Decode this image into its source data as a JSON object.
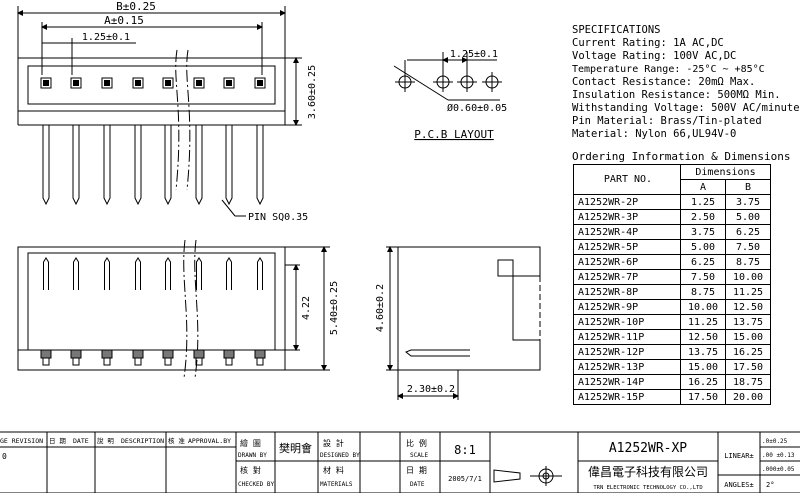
{
  "top_view": {
    "dim_b": "B±0.25",
    "dim_a": "A±0.15",
    "dim_pitch": "1.25±0.1",
    "dim_height": "3.60±0.25",
    "pin_label": "PIN SQ0.35"
  },
  "front_view": {
    "dim_inner_height": "4.22",
    "dim_total_height": "5.40±0.25"
  },
  "side_view": {
    "dim_height": "4.60±0.2",
    "dim_width": "2.30±0.2"
  },
  "pcb_layout": {
    "title": "P.C.B LAYOUT",
    "dim_pitch": "1.25±0.1",
    "dim_hole": "Ø0.60±0.05"
  },
  "specifications": {
    "title": "SPECIFICATIONS",
    "lines": [
      "Current Rating: 1A AC,DC",
      "Voltage Rating: 100V AC,DC",
      "Temperature Range: -25°C ~ +85°C",
      "Contact Resistance: 20mΩ Max.",
      "Insulation Resistance: 500MΩ Min.",
      "Withstanding Voltage: 500V AC/minute",
      "Pin Material: Brass/Tin-plated",
      "Material: Nylon 66,UL94V-0"
    ]
  },
  "ordering": {
    "title": "Ordering Information & Dimensions",
    "header_part": "PART NO.",
    "header_dimensions": "Dimensions",
    "header_a": "A",
    "header_b": "B",
    "rows": [
      {
        "part": "A1252WR-2P",
        "a": "1.25",
        "b": "3.75"
      },
      {
        "part": "A1252WR-3P",
        "a": "2.50",
        "b": "5.00"
      },
      {
        "part": "A1252WR-4P",
        "a": "3.75",
        "b": "6.25"
      },
      {
        "part": "A1252WR-5P",
        "a": "5.00",
        "b": "7.50"
      },
      {
        "part": "A1252WR-6P",
        "a": "6.25",
        "b": "8.75"
      },
      {
        "part": "A1252WR-7P",
        "a": "7.50",
        "b": "10.00"
      },
      {
        "part": "A1252WR-8P",
        "a": "8.75",
        "b": "11.25"
      },
      {
        "part": "A1252WR-9P",
        "a": "10.00",
        "b": "12.50"
      },
      {
        "part": "A1252WR-10P",
        "a": "11.25",
        "b": "13.75"
      },
      {
        "part": "A1252WR-11P",
        "a": "12.50",
        "b": "15.00"
      },
      {
        "part": "A1252WR-12P",
        "a": "13.75",
        "b": "16.25"
      },
      {
        "part": "A1252WR-13P",
        "a": "15.00",
        "b": "17.50"
      },
      {
        "part": "A1252WR-14P",
        "a": "16.25",
        "b": "18.75"
      },
      {
        "part": "A1252WR-15P",
        "a": "17.50",
        "b": "20.00"
      }
    ]
  },
  "title_block": {
    "rev_header": "GE REVISION",
    "date_cn": "日 期",
    "date_header": "DATE",
    "desc_cn": "說 明",
    "desc_header": "DESCRIPTION",
    "approval_cn": "核 准",
    "approval_header": "APPROVAL.BY",
    "rev_value": "0",
    "drawn_cn": "繪 圖",
    "drawn_label": "DRAWN BY",
    "drawn_value": "樊明會",
    "designed_cn": "設 計",
    "designed_label": "DESIGNED BY",
    "checked_cn": "核 對",
    "checked_label": "CHECKED BY",
    "materials_cn": "材 料",
    "materials_label": "MATERIALS",
    "scale_cn": "比 例",
    "scale_label": "SCALE",
    "scale_value": "8:1",
    "date2_cn": "日 期",
    "date2_label": "DATE",
    "date_value": "2005/7/1",
    "part_number": "A1252WR-XP",
    "linear_label": "LINEAR±",
    "tol_1": ".0±0.25",
    "tol_2": ".00 ±0.13",
    "tol_3": ".000±0.05",
    "angles_label": "ANGLES±",
    "angles_value": "2°",
    "company_cn": "偉昌電子科技有限公司",
    "company_en": "TRN ELECTRONIC TECHNOLOGY CO.,LTD"
  }
}
